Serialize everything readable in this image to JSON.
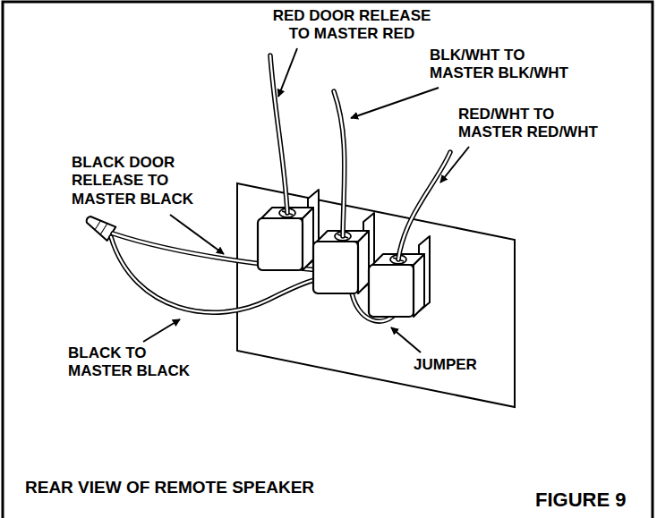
{
  "diagram": {
    "caption": "REAR VIEW OF REMOTE SPEAKER",
    "labels": [
      "RED DOOR RELEASE TO MASTER RED",
      "BLK/WHT TO MASTER BLK/WHT",
      "RED/WHT TO MASTER RED/WHT",
      "BLACK DOOR RELEASE TO MASTER BLACK",
      "BLACK TO MASTER BLACK",
      "JUMPER",
      "FIGURE 9"
    ]
  }
}
